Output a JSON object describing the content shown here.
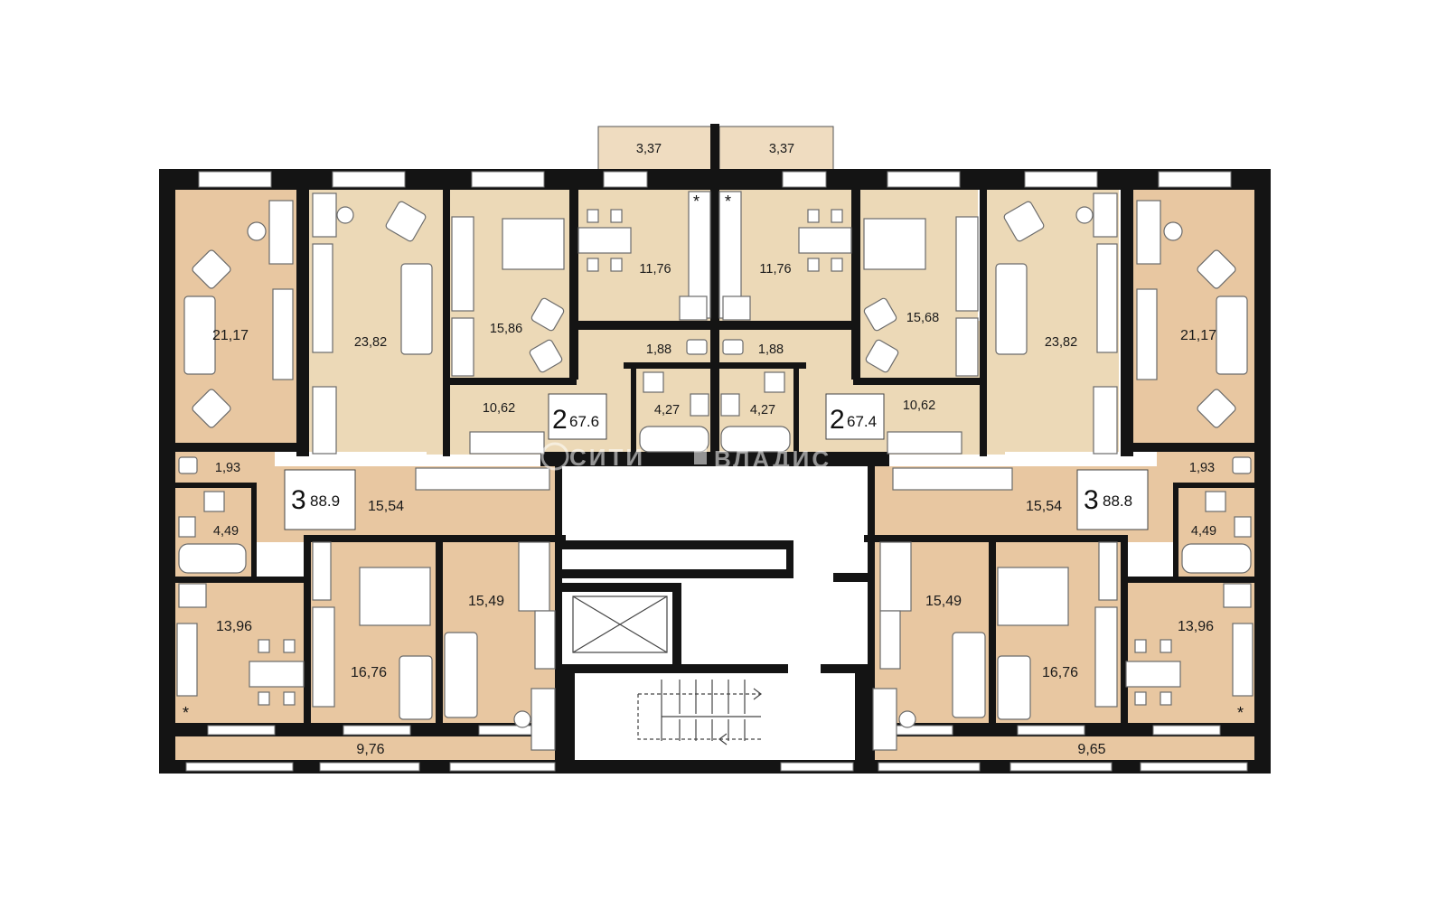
{
  "colors": {
    "wall": "#141414",
    "fill_light": "#ecd9b7",
    "fill_mid": "#e8c7a1",
    "fill_balcony": "#efdcc0",
    "window": "#ffffff",
    "furniture_stroke": "#6b6b6b"
  },
  "apartments": [
    {
      "rooms": "3",
      "area": "88.9"
    },
    {
      "rooms": "2",
      "area": "67.6"
    },
    {
      "rooms": "2",
      "area": "67.4"
    },
    {
      "rooms": "3",
      "area": "88.8"
    }
  ],
  "room_areas": [
    "3,37",
    "3,37",
    "21,17",
    "23,82",
    "15,86",
    "11,76",
    "11,76",
    "15,68",
    "23,82",
    "21,17",
    "1,88",
    "1,88",
    "10,62",
    "4,27",
    "4,27",
    "10,62",
    "1,93",
    "15,54",
    "15,54",
    "1,93",
    "4,49",
    "4,49",
    "15,49",
    "15,49",
    "13,96",
    "16,76",
    "16,76",
    "13,96",
    "9,76",
    "9,65"
  ],
  "watermark": {
    "left": "СИТИ",
    "right": "ВЛАДИС"
  },
  "icons": [
    "sofa-icon",
    "armchair-icon",
    "bed-icon",
    "table-icon",
    "chair-icon",
    "stove-icon",
    "sink-icon",
    "toilet-icon",
    "bathtub-icon",
    "washer-icon",
    "wardrobe-icon",
    "desk-icon",
    "elevator-icon",
    "stairs-icon"
  ]
}
